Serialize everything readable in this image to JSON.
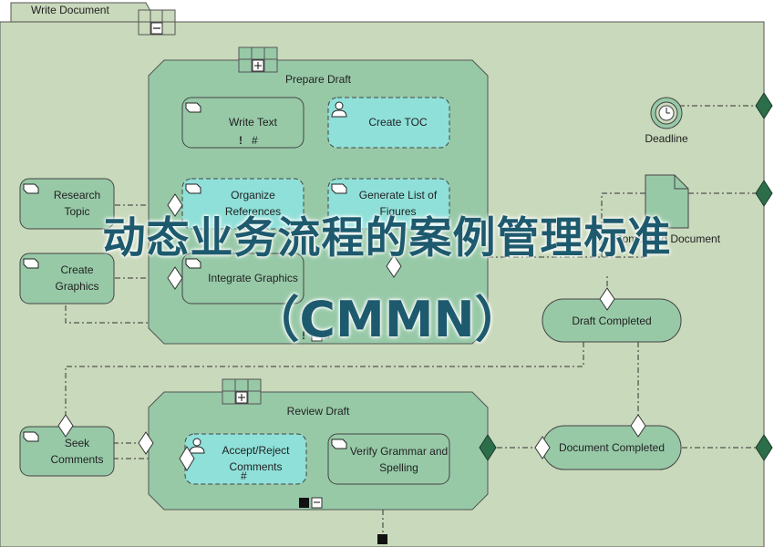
{
  "case": {
    "title": "Write Document"
  },
  "stages": {
    "prepare": {
      "title": "Prepare Draft"
    },
    "review": {
      "title": "Review Draft"
    }
  },
  "tasks": {
    "write_text": "Write Text",
    "create_toc": "Create TOC",
    "organize_references": "Organize References",
    "generate_list_figures": "Generate List of Figures",
    "integrate_graphics": "Integrate Graphics",
    "research_topic": "Research Topic",
    "create_graphics": "Create Graphics",
    "seek_comments": "Seek Comments",
    "accept_reject": "Accept/Reject Comments",
    "verify_grammar": "Verify Grammar and Spelling"
  },
  "milestones": {
    "draft_completed": "Draft Completed",
    "document_completed": "Document Completed"
  },
  "events": {
    "deadline": "Deadline"
  },
  "case_file_item": {
    "label": "Completed Document"
  },
  "markers": {
    "manual": "!",
    "repetition": "#",
    "collapse": "−",
    "expand": "+"
  },
  "overlay": {
    "line1": "动态业务流程的案例管理标准",
    "line2": "（CMMN）"
  },
  "colors": {
    "case_fill": "#c9d9bb",
    "stage_fill": "#97c9a7",
    "task_fill": "#97c9a7",
    "discretionary_fill": "#8fe0d9",
    "sentry_fill": "#ffffff",
    "exit_sentry_fill": "#2d6e4a",
    "overlay_text": "#1e5a6e"
  }
}
